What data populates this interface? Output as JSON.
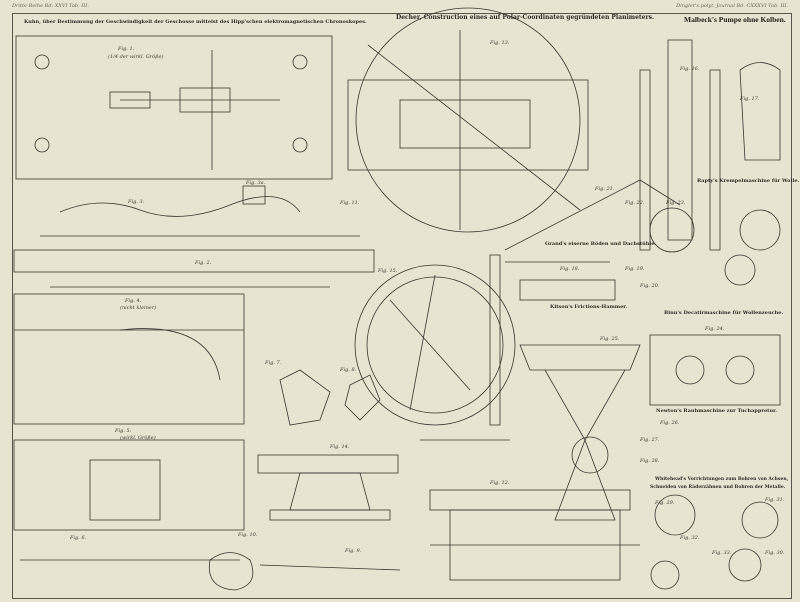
{
  "header": {
    "left": "Dritte Reihe Bd. XXVI Tab. III.",
    "right": "Dingler's polyt. Journal Bd. CXXXVI Tab. III."
  },
  "titles": {
    "kuhn": "Kuhn, über Bestimmung der Geschwindigkeit der Geschosse mittelst des Hipp'schen elektromagnetischen Chronoskopes.",
    "decher": "Decher, Construction eines auf Polar-Coordinaten gegründeten Planimeters.",
    "malbeck": "Malbeck's Pumpe ohne Kolben.",
    "rapty": "Rapty's Krempelmaschine für Wolle.",
    "grand": "Grand's eiserne Böden und Dachstühle.",
    "kitson": "Kitson's Frictions-Hammer.",
    "binn": "Binn's Decatirmaschine für Wollenzeuche.",
    "newton": "Newton's Rauhmaschine zur Tuchappretur.",
    "whitehead1": "Whitehead's Vorrichtungen zum Bohren von Achsen,",
    "whitehead2": "Schneiden von Räderzähnen und Bohren der Metalle."
  },
  "figures": {
    "f1": "Fig. 1.",
    "f2": "Fig. 2.",
    "f3": "Fig. 3.",
    "f3a": "Fig. 3a.",
    "f4": "Fig. 4.",
    "f5": "Fig. 5.",
    "f6": "Fig. 6.",
    "f7": "Fig. 7.",
    "f8": "Fig. 8.",
    "f9": "Fig. 9.",
    "f10": "Fig. 10.",
    "f11": "Fig. 11.",
    "f12": "Fig. 12.",
    "f13": "Fig. 13.",
    "f14": "Fig. 14.",
    "f15": "Fig. 15.",
    "f16": "Fig. 16.",
    "f17": "Fig. 17.",
    "f18": "Fig. 18.",
    "f19": "Fig. 19.",
    "f20": "Fig. 20.",
    "f21": "Fig. 21.",
    "f22": "Fig. 22.",
    "f23": "Fig. 23.",
    "f24": "Fig. 24.",
    "f25": "Fig. 25.",
    "f26": "Fig. 26.",
    "f27": "Fig. 27.",
    "f28": "Fig. 28.",
    "f29": "Fig. 29.",
    "f30": "Fig. 30.",
    "f31": "Fig. 31.",
    "f32": "Fig. 32.",
    "f33": "Fig. 33."
  },
  "scales": {
    "s1": "(1/4 der wirkl. Größe)",
    "s2": "(wirkl. Größe)",
    "s3": "(nicht kleiner)"
  }
}
